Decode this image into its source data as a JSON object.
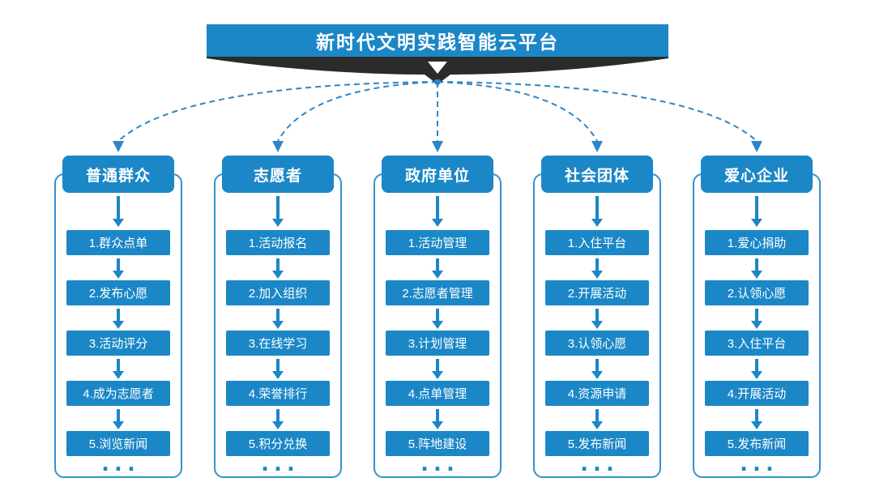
{
  "title": "新时代文明实践智能云平台",
  "colors": {
    "primary_blue": "#1b87c6",
    "outline_blue": "#3292cf",
    "connector_blue": "#2e86c4",
    "ribbon_dark": "#2b2b2b",
    "background": "#ffffff",
    "text_on_blue": "#ffffff"
  },
  "columns": [
    {
      "header": "普通群众",
      "items": [
        "1.群众点单",
        "2.发布心愿",
        "3.活动评分",
        "4.成为志愿者",
        "5.浏览新闻"
      ],
      "more": "..."
    },
    {
      "header": "志愿者",
      "items": [
        "1.活动报名",
        "2.加入组织",
        "3.在线学习",
        "4.荣誉排行",
        "5.积分兑换"
      ],
      "more": "..."
    },
    {
      "header": "政府单位",
      "items": [
        "1.活动管理",
        "2.志愿者管理",
        "3.计划管理",
        "4.点单管理",
        "5.阵地建设"
      ],
      "more": "..."
    },
    {
      "header": "社会团体",
      "items": [
        "1.入住平台",
        "2.开展活动",
        "3.认领心愿",
        "4.资源申请",
        "5.发布新闻"
      ],
      "more": "..."
    },
    {
      "header": "爱心企业",
      "items": [
        "1.爱心捐助",
        "2.认领心愿",
        "3.入住平台",
        "4.开展活动",
        "5.发布新闻"
      ],
      "more": "..."
    }
  ]
}
